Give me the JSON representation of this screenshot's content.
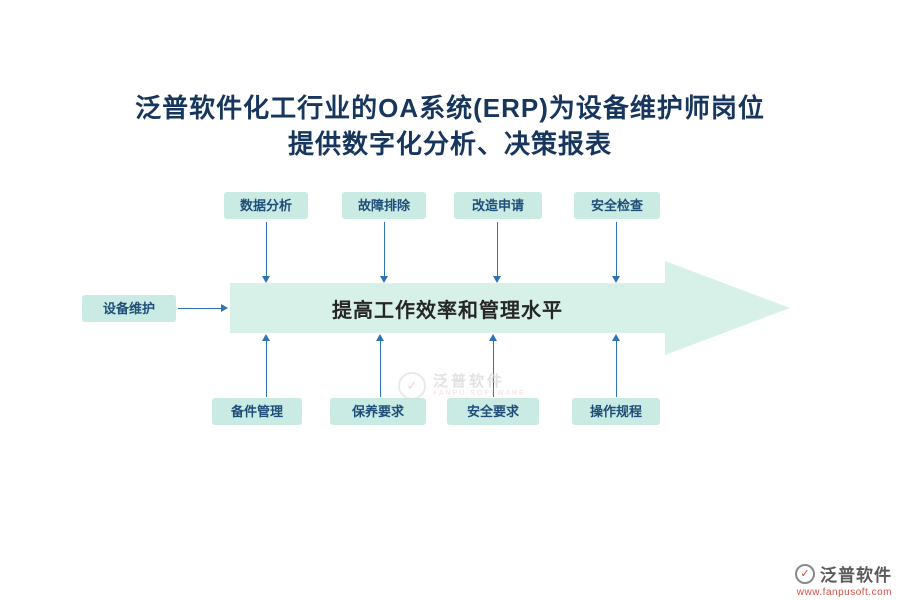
{
  "title": {
    "line1": "泛普软件化工行业的OA系统(ERP)为设备维护师岗位",
    "line2": "提供数字化分析、决策报表"
  },
  "left_box": {
    "label": "设备维护"
  },
  "top_boxes": [
    "数据分析",
    "故障排除",
    "改造申请",
    "安全检查"
  ],
  "bottom_boxes": [
    "备件管理",
    "保养要求",
    "安全要求",
    "操作规程"
  ],
  "main_arrow": {
    "label": "提高工作效率和管理水平"
  },
  "watermark": {
    "brand": "泛普软件",
    "subtext": "FANPU SOFTWARE",
    "check_glyph": "✓"
  },
  "footer": {
    "brand": "泛普软件",
    "url": "www.fanpusoft.com",
    "check_glyph": "✓"
  },
  "colors": {
    "title_text": "#17365d",
    "box_bg": "#c9ebe3",
    "box_text": "#1f4e79",
    "main_arrow_bg": "#d7f1e9",
    "connector_blue": "#2e74b5",
    "arrow_label_text": "#262626",
    "footer_url_red": "#d94f43"
  }
}
